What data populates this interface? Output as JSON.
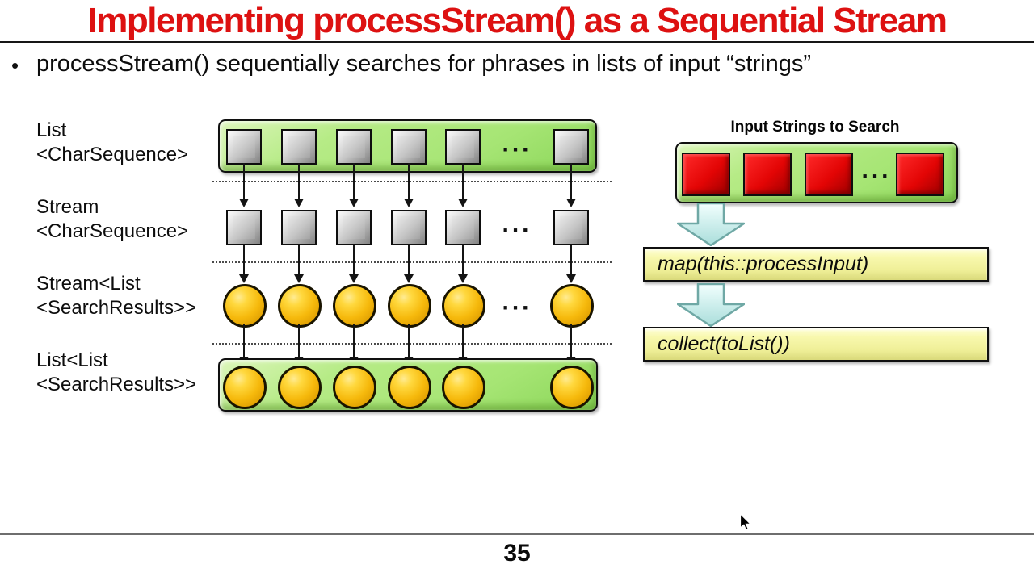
{
  "slide": {
    "title": "Implementing processStream() as a Sequential Stream",
    "bullet_glyph": "•",
    "bullet_text": "processStream() sequentially searches for phrases in lists of input “strings”",
    "page_number": "35"
  },
  "left_diagram": {
    "ellipsis": "...",
    "row_labels": [
      {
        "line1": "List",
        "line2": "<CharSequence>"
      },
      {
        "line1": "Stream",
        "line2": "<CharSequence>"
      },
      {
        "line1": "Stream<List",
        "line2": "<SearchResults>>"
      },
      {
        "line1": "List<List",
        "line2": "<SearchResults>>"
      }
    ]
  },
  "right_diagram": {
    "heading": "Input Strings to Search",
    "ellipsis": "...",
    "steps": [
      {
        "label": "map(this::processInput)"
      },
      {
        "label": "collect(toList())"
      }
    ]
  },
  "colors": {
    "title_red": "#dd1111",
    "container_green": "#a6e574",
    "gray_square": "#c9c9c9",
    "red_square": "#e30505",
    "gold_circle": "#f6b90c",
    "yellow_box": "#efef97",
    "cyan_arrow": "#cdeeec",
    "footer_rule_gray": "#6e6e6e"
  }
}
